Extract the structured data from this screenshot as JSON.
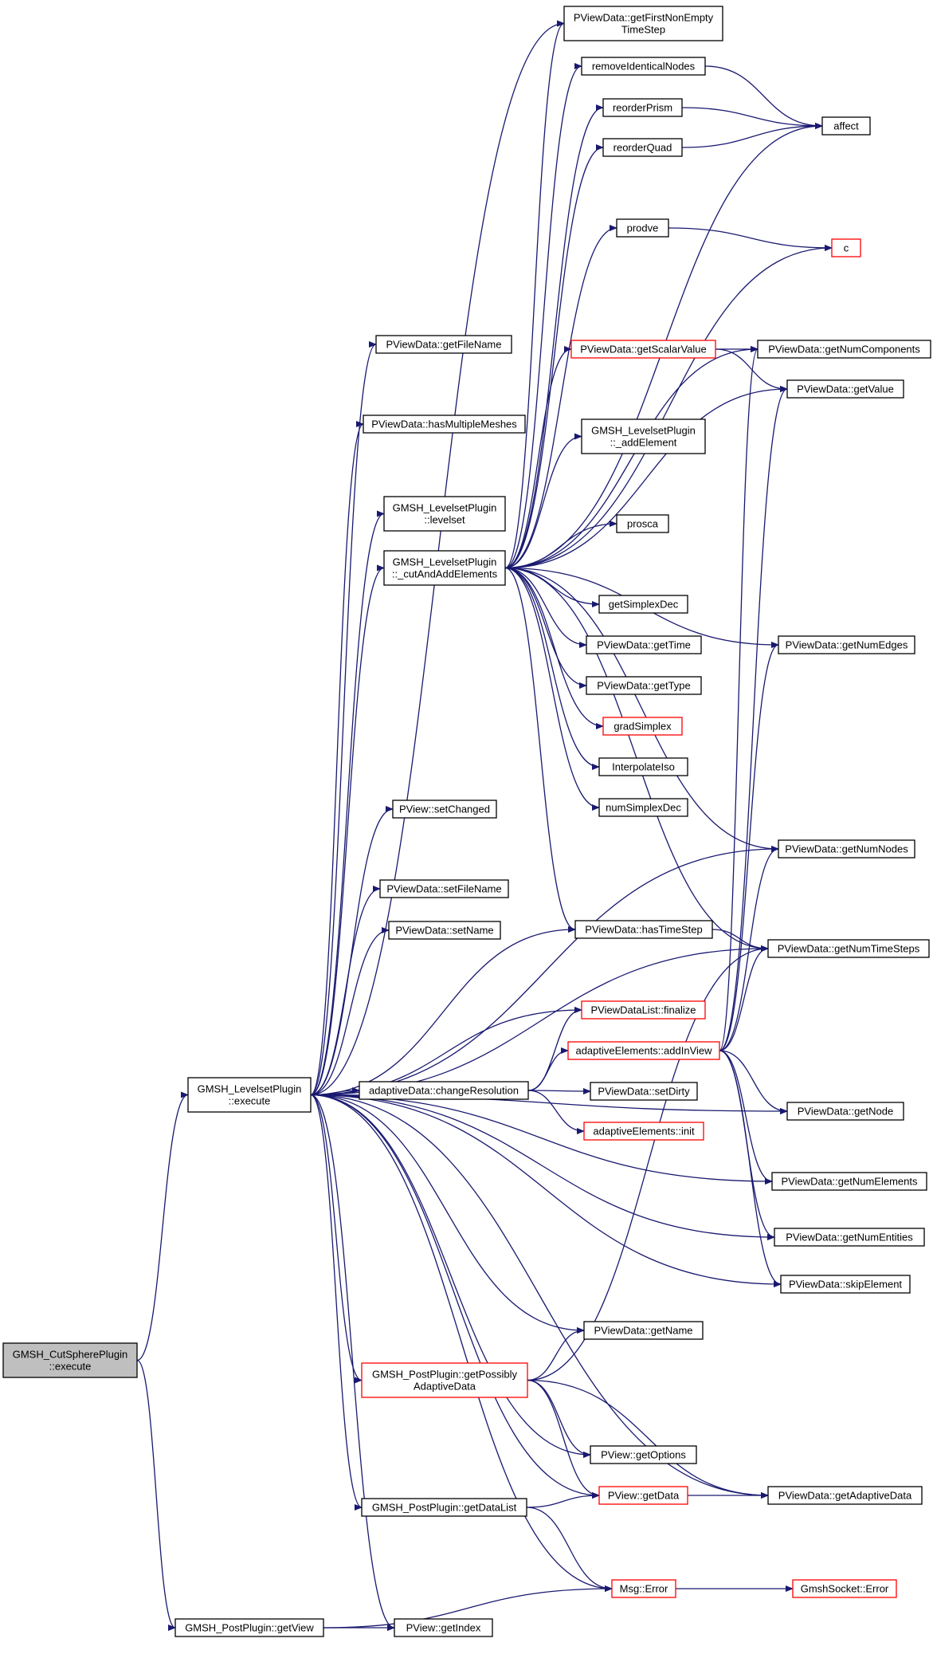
{
  "colors": {
    "edge": "#191970",
    "border_normal": "#000000",
    "border_truncated": "#ff0000",
    "fill_normal": "#ffffff",
    "fill_root": "#bfbfbf"
  },
  "nodes": [
    {
      "id": "cutsphere",
      "lines": [
        "GMSH_CutSpherePlugin",
        "::execute"
      ],
      "style": "root"
    },
    {
      "id": "lsexec",
      "lines": [
        "GMSH_LevelsetPlugin",
        "::execute"
      ],
      "style": "normal"
    },
    {
      "id": "getview",
      "lines": [
        "GMSH_PostPlugin::getView"
      ],
      "style": "normal"
    },
    {
      "id": "getfirst",
      "lines": [
        "PViewData::getFirstNonEmpty",
        "TimeStep"
      ],
      "style": "normal"
    },
    {
      "id": "removeid",
      "lines": [
        "removeIdenticalNodes"
      ],
      "style": "normal"
    },
    {
      "id": "reorderprism",
      "lines": [
        "reorderPrism"
      ],
      "style": "normal"
    },
    {
      "id": "reorderquad",
      "lines": [
        "reorderQuad"
      ],
      "style": "normal"
    },
    {
      "id": "affect",
      "lines": [
        "affect"
      ],
      "style": "normal"
    },
    {
      "id": "prodve",
      "lines": [
        "prodve"
      ],
      "style": "normal"
    },
    {
      "id": "c",
      "lines": [
        "c"
      ],
      "style": "truncated"
    },
    {
      "id": "getfilename",
      "lines": [
        "PViewData::getFileName"
      ],
      "style": "normal"
    },
    {
      "id": "getscalar",
      "lines": [
        "PViewData::getScalarValue"
      ],
      "style": "truncated"
    },
    {
      "id": "getnumcomp",
      "lines": [
        "PViewData::getNumComponents"
      ],
      "style": "normal"
    },
    {
      "id": "getvalue",
      "lines": [
        "PViewData::getValue"
      ],
      "style": "normal"
    },
    {
      "id": "hasmulti",
      "lines": [
        "PViewData::hasMultipleMeshes"
      ],
      "style": "normal"
    },
    {
      "id": "addelement",
      "lines": [
        "GMSH_LevelsetPlugin",
        "::_addElement"
      ],
      "style": "normal"
    },
    {
      "id": "levelset",
      "lines": [
        "GMSH_LevelsetPlugin",
        "::levelset"
      ],
      "style": "normal"
    },
    {
      "id": "prosca",
      "lines": [
        "prosca"
      ],
      "style": "normal"
    },
    {
      "id": "cutandadd",
      "lines": [
        "GMSH_LevelsetPlugin",
        "::_cutAndAddElements"
      ],
      "style": "normal"
    },
    {
      "id": "getsimplexdec",
      "lines": [
        "getSimplexDec"
      ],
      "style": "normal"
    },
    {
      "id": "getnumedges",
      "lines": [
        "PViewData::getNumEdges"
      ],
      "style": "normal"
    },
    {
      "id": "gettime",
      "lines": [
        "PViewData::getTime"
      ],
      "style": "normal"
    },
    {
      "id": "gettype",
      "lines": [
        "PViewData::getType"
      ],
      "style": "normal"
    },
    {
      "id": "gradsimplex",
      "lines": [
        "gradSimplex"
      ],
      "style": "truncated"
    },
    {
      "id": "interpolateiso",
      "lines": [
        "InterpolateIso"
      ],
      "style": "normal"
    },
    {
      "id": "setchanged",
      "lines": [
        "PView::setChanged"
      ],
      "style": "normal"
    },
    {
      "id": "numsimplexdec",
      "lines": [
        "numSimplexDec"
      ],
      "style": "normal"
    },
    {
      "id": "getnumnodes",
      "lines": [
        "PViewData::getNumNodes"
      ],
      "style": "normal"
    },
    {
      "id": "setfilename",
      "lines": [
        "PViewData::setFileName"
      ],
      "style": "normal"
    },
    {
      "id": "setname",
      "lines": [
        "PViewData::setName"
      ],
      "style": "normal"
    },
    {
      "id": "hastimestep",
      "lines": [
        "PViewData::hasTimeStep"
      ],
      "style": "normal"
    },
    {
      "id": "getnumtimesteps",
      "lines": [
        "PViewData::getNumTimeSteps"
      ],
      "style": "normal"
    },
    {
      "id": "finalize",
      "lines": [
        "PViewDataList::finalize"
      ],
      "style": "truncated"
    },
    {
      "id": "addinview",
      "lines": [
        "adaptiveElements::addInView"
      ],
      "style": "truncated"
    },
    {
      "id": "changeres",
      "lines": [
        "adaptiveData::changeResolution"
      ],
      "style": "normal"
    },
    {
      "id": "setdirty",
      "lines": [
        "PViewData::setDirty"
      ],
      "style": "normal"
    },
    {
      "id": "getnode",
      "lines": [
        "PViewData::getNode"
      ],
      "style": "normal"
    },
    {
      "id": "aeinit",
      "lines": [
        "adaptiveElements::init"
      ],
      "style": "truncated"
    },
    {
      "id": "getnumelements",
      "lines": [
        "PViewData::getNumElements"
      ],
      "style": "normal"
    },
    {
      "id": "getnumentities",
      "lines": [
        "PViewData::getNumEntities"
      ],
      "style": "normal"
    },
    {
      "id": "skipelement",
      "lines": [
        "PViewData::skipElement"
      ],
      "style": "normal"
    },
    {
      "id": "getname",
      "lines": [
        "PViewData::getName"
      ],
      "style": "normal"
    },
    {
      "id": "getpossibly",
      "lines": [
        "GMSH_PostPlugin::getPossibly",
        "AdaptiveData"
      ],
      "style": "truncated"
    },
    {
      "id": "getoptions",
      "lines": [
        "PView::getOptions"
      ],
      "style": "normal"
    },
    {
      "id": "getdata",
      "lines": [
        "PView::getData"
      ],
      "style": "truncated"
    },
    {
      "id": "getadaptivedata",
      "lines": [
        "PViewData::getAdaptiveData"
      ],
      "style": "normal"
    },
    {
      "id": "getdatalist",
      "lines": [
        "GMSH_PostPlugin::getDataList"
      ],
      "style": "normal"
    },
    {
      "id": "msgerror",
      "lines": [
        "Msg::Error"
      ],
      "style": "truncated"
    },
    {
      "id": "gmshsocketerror",
      "lines": [
        "GmshSocket::Error"
      ],
      "style": "truncated"
    },
    {
      "id": "getindex",
      "lines": [
        "PView::getIndex"
      ],
      "style": "normal"
    }
  ],
  "edges": [
    [
      "cutsphere",
      "lsexec"
    ],
    [
      "cutsphere",
      "getview"
    ],
    [
      "lsexec",
      "getfilename"
    ],
    [
      "lsexec",
      "hasmulti"
    ],
    [
      "lsexec",
      "levelset"
    ],
    [
      "lsexec",
      "cutandadd"
    ],
    [
      "lsexec",
      "setchanged"
    ],
    [
      "lsexec",
      "getnumnodes"
    ],
    [
      "lsexec",
      "setfilename"
    ],
    [
      "lsexec",
      "setname"
    ],
    [
      "lsexec",
      "hastimestep"
    ],
    [
      "lsexec",
      "getnumtimesteps"
    ],
    [
      "lsexec",
      "finalize"
    ],
    [
      "lsexec",
      "changeres"
    ],
    [
      "lsexec",
      "getnode"
    ],
    [
      "lsexec",
      "getnumelements"
    ],
    [
      "lsexec",
      "getnumentities"
    ],
    [
      "lsexec",
      "skipelement"
    ],
    [
      "lsexec",
      "getname"
    ],
    [
      "lsexec",
      "getpossibly"
    ],
    [
      "lsexec",
      "getoptions"
    ],
    [
      "lsexec",
      "getdata"
    ],
    [
      "lsexec",
      "getadaptivedata"
    ],
    [
      "lsexec",
      "getdatalist"
    ],
    [
      "lsexec",
      "msgerror"
    ],
    [
      "lsexec",
      "getindex"
    ],
    [
      "lsexec",
      "getfirst"
    ],
    [
      "cutandadd",
      "getfirst"
    ],
    [
      "cutandadd",
      "removeid"
    ],
    [
      "cutandadd",
      "reorderprism"
    ],
    [
      "cutandadd",
      "reorderquad"
    ],
    [
      "cutandadd",
      "prodve"
    ],
    [
      "cutandadd",
      "c"
    ],
    [
      "cutandadd",
      "getnumcomp"
    ],
    [
      "cutandadd",
      "getscalar"
    ],
    [
      "cutandadd",
      "getvalue"
    ],
    [
      "cutandadd",
      "addelement"
    ],
    [
      "cutandadd",
      "prosca"
    ],
    [
      "cutandadd",
      "getnumedges"
    ],
    [
      "cutandadd",
      "getnumnodes"
    ],
    [
      "cutandadd",
      "getsimplexdec"
    ],
    [
      "cutandadd",
      "gettime"
    ],
    [
      "cutandadd",
      "gettype"
    ],
    [
      "cutandadd",
      "gradsimplex"
    ],
    [
      "cutandadd",
      "interpolateiso"
    ],
    [
      "cutandadd",
      "numsimplexdec"
    ],
    [
      "cutandadd",
      "hastimestep"
    ],
    [
      "cutandadd",
      "getnumtimesteps"
    ],
    [
      "cutandadd",
      "affect"
    ],
    [
      "removeid",
      "affect"
    ],
    [
      "reorderprism",
      "affect"
    ],
    [
      "reorderquad",
      "affect"
    ],
    [
      "prodve",
      "c"
    ],
    [
      "getscalar",
      "getnumcomp"
    ],
    [
      "getscalar",
      "getvalue"
    ],
    [
      "hastimestep",
      "getnumtimesteps"
    ],
    [
      "changeres",
      "finalize"
    ],
    [
      "changeres",
      "addinview"
    ],
    [
      "changeres",
      "setdirty"
    ],
    [
      "changeres",
      "aeinit"
    ],
    [
      "addinview",
      "getnumcomp"
    ],
    [
      "addinview",
      "getvalue"
    ],
    [
      "addinview",
      "getnumedges"
    ],
    [
      "addinview",
      "getnumnodes"
    ],
    [
      "addinview",
      "getnumtimesteps"
    ],
    [
      "addinview",
      "getnode"
    ],
    [
      "addinview",
      "getnumelements"
    ],
    [
      "addinview",
      "getnumentities"
    ],
    [
      "addinview",
      "skipelement"
    ],
    [
      "getpossibly",
      "getname"
    ],
    [
      "getpossibly",
      "getoptions"
    ],
    [
      "getpossibly",
      "getdata"
    ],
    [
      "getpossibly",
      "getadaptivedata"
    ],
    [
      "getpossibly",
      "getnumtimesteps"
    ],
    [
      "getdatalist",
      "getdata"
    ],
    [
      "getdatalist",
      "msgerror"
    ],
    [
      "getdata",
      "getadaptivedata"
    ],
    [
      "msgerror",
      "gmshsocketerror"
    ],
    [
      "getview",
      "getindex"
    ],
    [
      "getview",
      "msgerror"
    ]
  ]
}
